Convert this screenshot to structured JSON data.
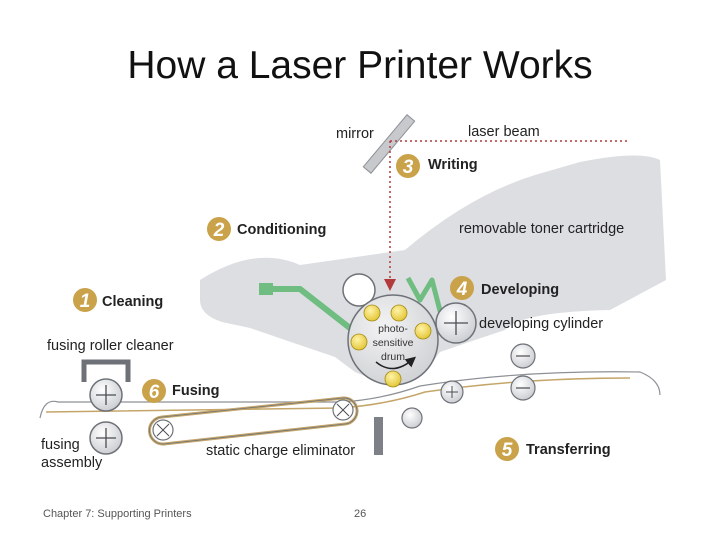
{
  "slide": {
    "title": "How a Laser Printer Works",
    "footer_left": "Chapter 7: Supporting Printers",
    "page_number": "26"
  },
  "diagram": {
    "labels": {
      "mirror": "mirror",
      "laser_beam": "laser beam",
      "removable_toner_cartridge": "removable toner cartridge",
      "developing_cylinder": "developing cylinder",
      "fusing_roller_cleaner": "fusing roller cleaner",
      "fusing_assembly_line1": "fusing",
      "fusing_assembly_line2": "assembly",
      "static_charge_eliminator": "static charge eliminator",
      "drum_line1": "photo-",
      "drum_line2": "sensitive",
      "drum_line3": "drum"
    },
    "steps": [
      {
        "number": "1",
        "name": "Cleaning"
      },
      {
        "number": "2",
        "name": "Conditioning"
      },
      {
        "number": "3",
        "name": "Writing"
      },
      {
        "number": "4",
        "name": "Developing"
      },
      {
        "number": "5",
        "name": "Transferring"
      },
      {
        "number": "6",
        "name": "Fusing"
      }
    ]
  },
  "colors": {
    "cartridge_gray": "#dcdee2",
    "step_badge": "#c9a24a",
    "conditioner_green": "#6fbd80",
    "laser_red": "#b33a3a",
    "drum_gray": "#e3e4e6",
    "paper_line": "#c5a66a"
  }
}
